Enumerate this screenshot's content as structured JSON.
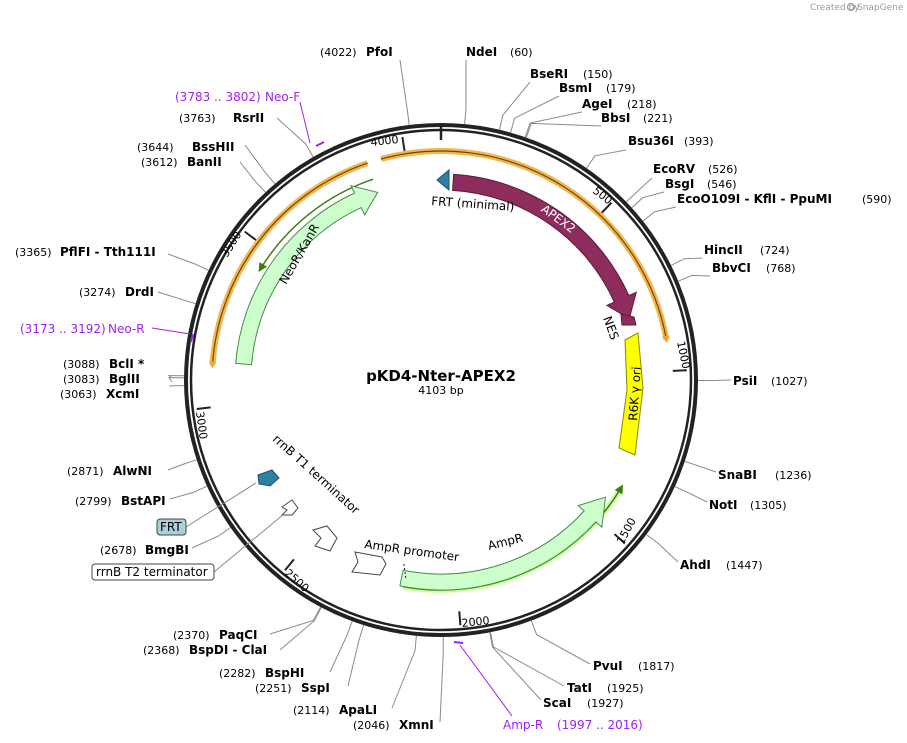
{
  "watermark": "Created by",
  "watermark_brand": "SnapGene",
  "plasmid": {
    "name": "pKD4-Nter-APEX2",
    "size_label": "4103 bp",
    "length": 4103
  },
  "ticks": [
    {
      "label": "4000",
      "bp": 4000
    },
    {
      "label": "500",
      "bp": 500
    },
    {
      "label": "1000",
      "bp": 1000
    },
    {
      "label": "1500",
      "bp": 1500
    },
    {
      "label": "2000",
      "bp": 2000
    },
    {
      "label": "2500",
      "bp": 2500
    },
    {
      "label": "3000",
      "bp": 3000
    },
    {
      "label": "3500",
      "bp": 3500
    }
  ],
  "enzymes_right": [
    {
      "name": "NdeI",
      "pos": "(60)",
      "bp": 60
    },
    {
      "name": "BseRI",
      "pos": "(150)",
      "bp": 150
    },
    {
      "name": "BsmI",
      "pos": "(179)",
      "bp": 179
    },
    {
      "name": "AgeI",
      "pos": "(218)",
      "bp": 218
    },
    {
      "name": "BbsI",
      "pos": "(221)",
      "bp": 221
    },
    {
      "name": "Bsu36I",
      "pos": "(393)",
      "bp": 393
    },
    {
      "name": "EcoRV",
      "pos": "(526)",
      "bp": 526
    },
    {
      "name": "BsgI",
      "pos": "(546)",
      "bp": 546
    },
    {
      "name": "EcoO109I - KflI - PpuMI",
      "pos": "(590)",
      "bp": 590
    },
    {
      "name": "HincII",
      "pos": "(724)",
      "bp": 724
    },
    {
      "name": "BbvCI",
      "pos": "(768)",
      "bp": 768
    },
    {
      "name": "PsiI",
      "pos": "(1027)",
      "bp": 1027
    },
    {
      "name": "SnaBI",
      "pos": "(1236)",
      "bp": 1236
    },
    {
      "name": "NotI",
      "pos": "(1305)",
      "bp": 1305
    },
    {
      "name": "AhdI",
      "pos": "(1447)",
      "bp": 1447
    },
    {
      "name": "PvuI",
      "pos": "(1817)",
      "bp": 1817
    },
    {
      "name": "TatI",
      "pos": "(1925)",
      "bp": 1925
    },
    {
      "name": "ScaI",
      "pos": "(1927)",
      "bp": 1927
    }
  ],
  "enzymes_left": [
    {
      "name": "PfoI",
      "pos": "(4022)",
      "bp": 4022
    },
    {
      "name": "RsrII",
      "pos": "(3763)",
      "bp": 3763
    },
    {
      "name": "BssHII",
      "pos": "(3644)",
      "bp": 3644
    },
    {
      "name": "BanII",
      "pos": "(3612)",
      "bp": 3612
    },
    {
      "name": "PflFI - Tth111I",
      "pos": "(3365)",
      "bp": 3365
    },
    {
      "name": "DrdI",
      "pos": "(3274)",
      "bp": 3274
    },
    {
      "name": "BclI *",
      "pos": "(3088)",
      "bp": 3088
    },
    {
      "name": "BglII",
      "pos": "(3083)",
      "bp": 3083
    },
    {
      "name": "XcmI",
      "pos": "(3063)",
      "bp": 3063
    },
    {
      "name": "AlwNI",
      "pos": "(2871)",
      "bp": 2871
    },
    {
      "name": "BstAPI",
      "pos": "(2799)",
      "bp": 2799
    },
    {
      "name": "BmgBI",
      "pos": "(2678)",
      "bp": 2678
    },
    {
      "name": "PaqCI",
      "pos": "(2370)",
      "bp": 2370
    },
    {
      "name": "BspDI - ClaI",
      "pos": "(2368)",
      "bp": 2368
    },
    {
      "name": "BspHI",
      "pos": "(2282)",
      "bp": 2282
    },
    {
      "name": "SspI",
      "pos": "(2251)",
      "bp": 2251
    },
    {
      "name": "ApaLI",
      "pos": "(2114)",
      "bp": 2114
    },
    {
      "name": "XmnI",
      "pos": "(2046)",
      "bp": 2046
    }
  ],
  "primers": [
    {
      "name": "Neo-F",
      "range": "(3783 .. 3802)"
    },
    {
      "name": "Neo-R",
      "range": "(3173 .. 3192)"
    },
    {
      "name": "Amp-R",
      "range": "(1997 .. 2016)"
    }
  ],
  "features": {
    "frt_minimal": "FRT (minimal)",
    "apex2": "APEX2",
    "nes": "NES",
    "r6k": "R6K γ ori",
    "neo": "NeoR/KanR",
    "rrnb_t1": "rrnB T1 terminator",
    "ampr_promoter": "AmpR promoter",
    "ampr": "AmpR",
    "frt": "FRT",
    "rrnb_t2": "rrnB T2 terminator"
  },
  "colors": {
    "backbone": "#222222",
    "apex2": "#8e2c5e",
    "r6k": "#ffff00",
    "marker": "#ccffcc",
    "orf_outline": "#f0a830",
    "orf_arrow": "#3a7d10",
    "primer": "#a020f0",
    "frt": "#2f7fa0"
  }
}
